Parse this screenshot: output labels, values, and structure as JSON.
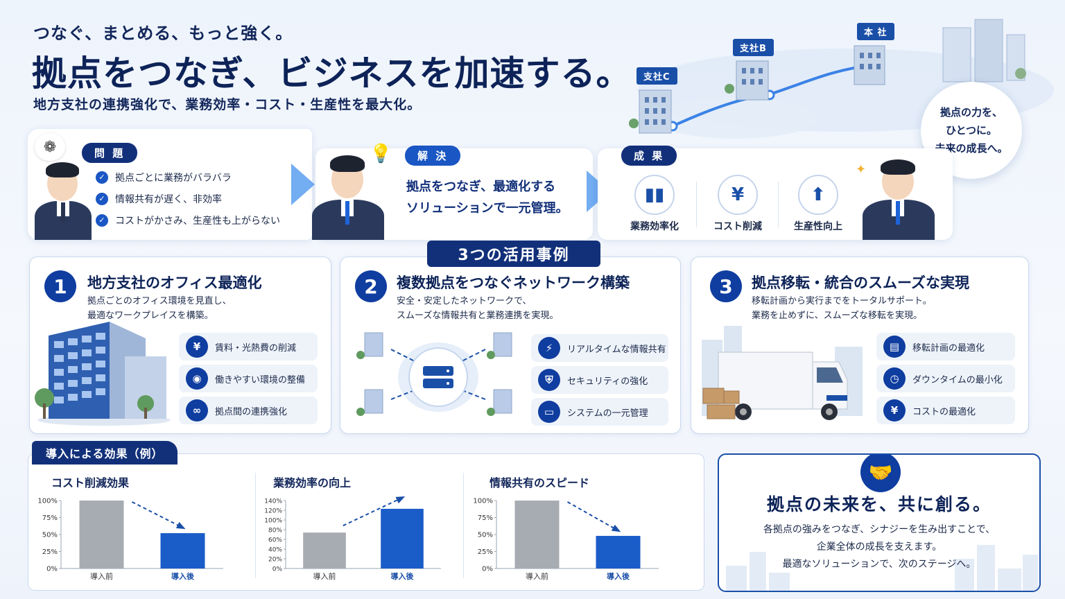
{
  "header": {
    "tagline": "つなぐ、まとめる、もっと強く。",
    "headline": "拠点をつなぎ、ビジネスを加速する。",
    "subhead": "地方支社の連携強化で、業務効率・コスト・生産性を最大化。"
  },
  "map": {
    "offices": [
      "支社C",
      "支社B",
      "本 社"
    ],
    "callout_lines": [
      "拠点の力を、",
      "ひとつに。",
      "未来の成長へ。"
    ]
  },
  "story": {
    "problem": {
      "label": "問 題",
      "items": [
        "拠点ごとに業務がバラバラ",
        "情報共有が遅く、非効率",
        "コストがかさみ、生産性も上がらない"
      ]
    },
    "solution": {
      "label": "解 決",
      "lines": [
        "拠点をつなぎ、最適化する",
        "ソリューションで一元管理。"
      ]
    },
    "result": {
      "label": "成 果",
      "items": [
        {
          "label": "業務効率化",
          "icon": "bar-chart-icon"
        },
        {
          "label": "コスト削減",
          "icon": "yen-icon"
        },
        {
          "label": "生産性向上",
          "icon": "growth-icon"
        }
      ]
    }
  },
  "cases": {
    "title": "3つの活用事例",
    "items": [
      {
        "num": "1",
        "title": "地方支社のオフィス最適化",
        "desc": [
          "拠点ごとのオフィス環境を見直し、",
          "最適なワークプレイスを構築。"
        ],
        "features": [
          {
            "label": "賃料・光熱費の削減",
            "icon": "yen-icon",
            "glyph": "¥"
          },
          {
            "label": "働きやすい環境の整備",
            "icon": "people-icon",
            "glyph": "◉"
          },
          {
            "label": "拠点間の連携強化",
            "icon": "link-icon",
            "glyph": "∞"
          }
        ]
      },
      {
        "num": "2",
        "title": "複数拠点をつなぐネットワーク構築",
        "desc": [
          "安全・安定したネットワークで、",
          "スムーズな情報共有と業務連携を実現。"
        ],
        "features": [
          {
            "label": "リアルタイムな情報共有",
            "icon": "lightning-icon",
            "glyph": "⚡"
          },
          {
            "label": "セキュリティの強化",
            "icon": "shield-icon",
            "glyph": "⛨"
          },
          {
            "label": "システムの一元管理",
            "icon": "monitor-icon",
            "glyph": "▭"
          }
        ]
      },
      {
        "num": "3",
        "title": "拠点移転・統合のスムーズな実現",
        "desc": [
          "移転計画から実行までをトータルサポート。",
          "業務を止めずに、スムーズな移転を実現。"
        ],
        "features": [
          {
            "label": "移転計画の最適化",
            "icon": "clipboard-icon",
            "glyph": "▤"
          },
          {
            "label": "ダウンタイムの最小化",
            "icon": "clock-icon",
            "glyph": "◷"
          },
          {
            "label": "コストの最適化",
            "icon": "yen-icon",
            "glyph": "¥"
          }
        ]
      }
    ]
  },
  "effects": {
    "label": "導入による効果（例）"
  },
  "chart_data": [
    {
      "type": "bar",
      "title": "コスト削減効果",
      "categories": [
        "導入前",
        "導入後"
      ],
      "values": [
        100,
        52
      ],
      "yticks": [
        "0%",
        "25%",
        "50%",
        "75%",
        "100%"
      ],
      "ylim": [
        0,
        100
      ],
      "trend": "down",
      "colors": [
        "#a7abb2",
        "#1a5cc8"
      ]
    },
    {
      "type": "bar",
      "title": "業務効率の向上",
      "categories": [
        "導入前",
        "導入後"
      ],
      "values": [
        74,
        123
      ],
      "yticks": [
        "0%",
        "20%",
        "40%",
        "60%",
        "80%",
        "100%",
        "120%",
        "140%"
      ],
      "ylim": [
        0,
        140
      ],
      "trend": "up",
      "colors": [
        "#a7abb2",
        "#1a5cc8"
      ]
    },
    {
      "type": "bar",
      "title": "情報共有のスピード",
      "categories": [
        "導入前",
        "導入後"
      ],
      "values": [
        100,
        48
      ],
      "yticks": [
        "0%",
        "25%",
        "50%",
        "75%",
        "100%"
      ],
      "ylim": [
        0,
        100
      ],
      "trend": "down",
      "colors": [
        "#a7abb2",
        "#1a5cc8"
      ]
    }
  ],
  "closing": {
    "title": "拠点の未来を、共に創る。",
    "lines": [
      "各拠点の強みをつなぎ、シナジーを生み出すことで、",
      "企業全体の成長を支えます。",
      "最適なソリューションで、次のステージへ。"
    ]
  },
  "colors": {
    "navy": "#12307a",
    "accent": "#1a5cc8",
    "gray_bar": "#a7abb2"
  }
}
